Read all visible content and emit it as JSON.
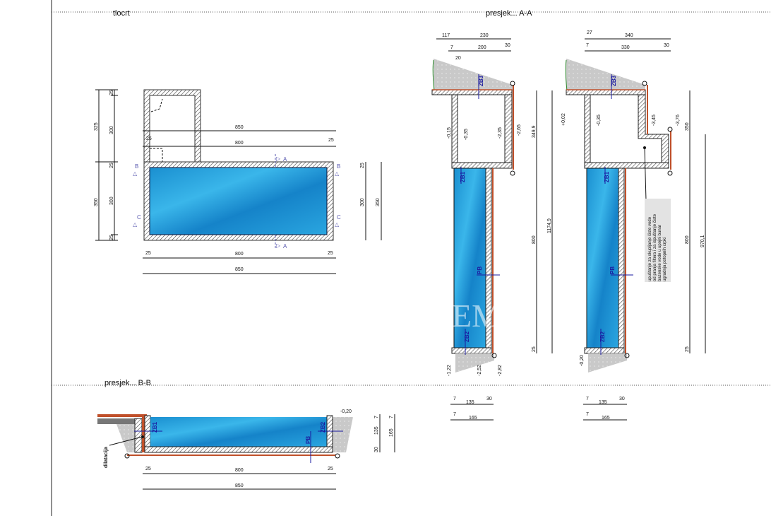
{
  "titles": {
    "plan": "tlocrt",
    "section_aa": "presjek... A-A",
    "section_bb": "presjek... B-B"
  },
  "plan": {
    "left_dims": {
      "total_top": "325",
      "inner_top": "300",
      "wall": "25",
      "total_bottom": "350",
      "inner_bottom": "300"
    },
    "top_dims": {
      "overall": "850",
      "inner": "800",
      "wall": "25"
    },
    "bottom_dims": {
      "wall": "25",
      "inner": "800",
      "overall": "850"
    },
    "right_dims": {
      "wall": "25",
      "inner": "300",
      "total": "350"
    },
    "markers": {
      "a": "A",
      "b": "B",
      "c": "C"
    }
  },
  "section_aa_left": {
    "top_dims": {
      "d1": "117",
      "d2": "230",
      "d3": "7",
      "d4": "200",
      "d5": "30",
      "d6": "20"
    },
    "levels": [
      "-0,15",
      "-0,35",
      "-2,35",
      "-2,65",
      "-1,22",
      "-2,52",
      "-2,82"
    ],
    "tags": {
      "zb3": "ZB3",
      "zb1": "ZB1",
      "pb": "PB",
      "zb2": "ZB2"
    },
    "dims": {
      "upper": "349,9",
      "total": "1174,9",
      "pool": "800",
      "base": "25"
    },
    "bottom_dims": {
      "d1": "7",
      "d2": "135",
      "d3": "30",
      "d4": "7",
      "d5": "165"
    }
  },
  "section_aa_right": {
    "top_dims": {
      "d1": "27",
      "d2": "340",
      "d3": "7",
      "d4": "330",
      "d5": "30"
    },
    "levels": [
      "+0,02",
      "-0,35",
      "-3,45",
      "-3,76",
      "-0,20"
    ],
    "tags": {
      "zb3": "ZB3",
      "zb1": "ZB1",
      "pb": "PB",
      "zb2": "ZB2"
    },
    "dims": {
      "upper": "350",
      "pool": "800",
      "base": "25",
      "total": "970,1"
    },
    "note": [
      "upuštanje za skupljanje čiste vode",
      "od pranja filtera i za ispuštanje čiste",
      "bazenske vode u upojni bunar",
      "ugradnja potopnih crpki"
    ],
    "bottom_dims": {
      "d1": "7",
      "d2": "135",
      "d3": "30",
      "d4": "7",
      "d5": "165"
    }
  },
  "section_bb": {
    "level": "-0,20",
    "tags": {
      "zb1": "ZB1",
      "zb2": "ZB2",
      "pb": "PB"
    },
    "label": "dilatacija",
    "right_dims": {
      "d1": "7",
      "d2": "135",
      "d3": "30",
      "d4": "7",
      "d5": "165"
    },
    "bottom_dims": {
      "wall": "25",
      "inner": "800",
      "overall": "850"
    }
  },
  "watermark": "EMI",
  "colors": {
    "water": "#1e9ad6",
    "water_dark": "#0d6fb0",
    "soil": "#c8c8c8",
    "insulation": "#c0502a",
    "marker": "#5a5ab0",
    "tag": "#1a1aa0"
  }
}
